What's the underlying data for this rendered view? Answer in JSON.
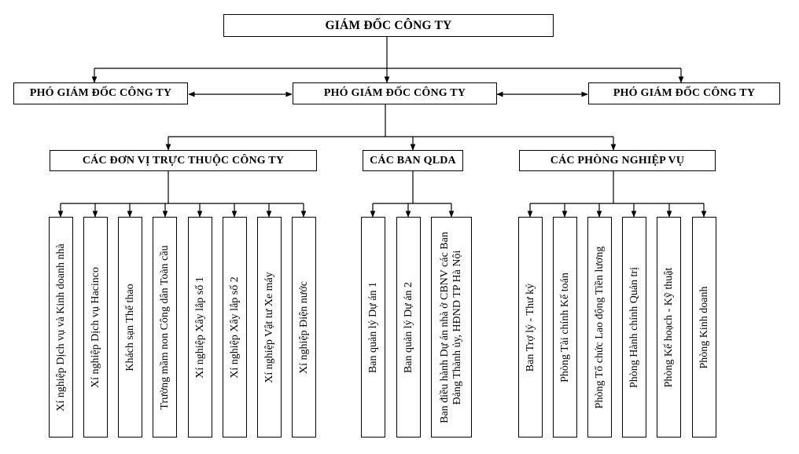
{
  "director": "GIÁM ĐỐC CÔNG TY",
  "deputies": [
    "PHÓ GIÁM ĐỐC CÔNG TY",
    "PHÓ GIÁM ĐỐC CÔNG TY",
    "PHÓ GIÁM ĐỐC CÔNG TY"
  ],
  "groups": [
    {
      "title": "CÁC ĐƠN VỊ TRỰC THUỘC CÔNG TY",
      "units": [
        "Xí nghiệp Dịch vụ và Kinh doanh nhà",
        "Xí nghiệp Dịch vụ Hacinco",
        "Khách sạn Thể thao",
        "Trường mầm non Công dân Toàn cầu",
        "Xí nghiệp Xây lắp số 1",
        "Xí nghiệp Xây lắp số 2",
        "Xí nghiệp Vật tư Xe máy",
        "Xí nghiệp Điện nước"
      ]
    },
    {
      "title": "CÁC BAN QLDA",
      "units": [
        "Ban quản lý Dự án 1",
        "Ban quản lý Dự án 2",
        "Ban điều hành Dự án nhà ở CBNV các Ban Đảng Thành ủy, HĐND TP Hà Nội"
      ]
    },
    {
      "title": "CÁC PHÒNG NGHIỆP VỤ",
      "units": [
        "Ban Trợ lý - Thư ký",
        "Phòng Tài chính Kế toán",
        "Phòng Tổ chức Lao động Tiền lương",
        "Phòng Hành chính Quản trị",
        "Phòng Kế hoạch - Kỹ thuật",
        "Phòng Kinh doanh"
      ]
    }
  ]
}
